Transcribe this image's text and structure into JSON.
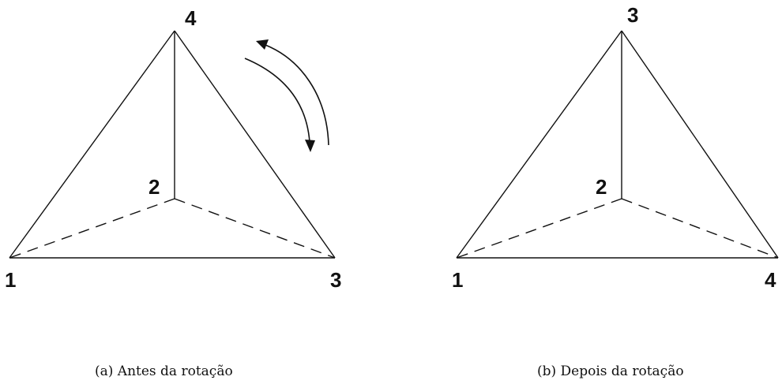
{
  "panels": [
    {
      "id": "a",
      "vertex_labels": {
        "top": "4",
        "center": "2",
        "left": "1",
        "right": "3"
      },
      "caption": "(a) Antes da rotação",
      "has_rotation_arrows": true
    },
    {
      "id": "b",
      "vertex_labels": {
        "top": "3",
        "center": "2",
        "left": "1",
        "right": "4"
      },
      "caption": "(b) Depois da rotação",
      "has_rotation_arrows": false
    }
  ],
  "colors": {
    "line": "#111111",
    "background": "#ffffff"
  }
}
